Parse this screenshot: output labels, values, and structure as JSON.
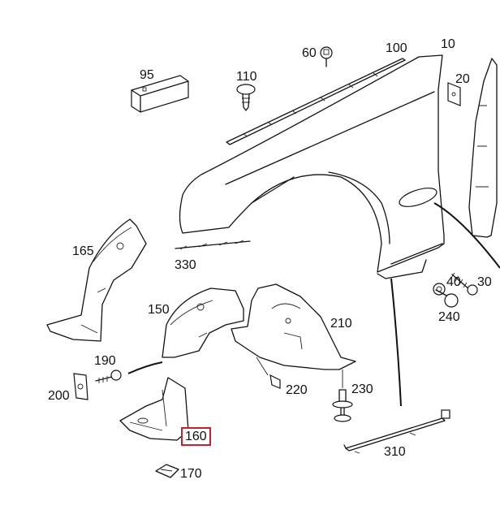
{
  "diagram": {
    "title": "Front fender and wheel housing liner - exploded parts view",
    "highlight_color": "#c8202f",
    "highlighted_part": "160",
    "parts": [
      {
        "id": "10",
        "label": "10",
        "name": "fender"
      },
      {
        "id": "20",
        "label": "20",
        "name": "mounting-plate"
      },
      {
        "id": "30",
        "label": "30",
        "name": "screw"
      },
      {
        "id": "40",
        "label": "40",
        "name": "nut"
      },
      {
        "id": "60",
        "label": "60",
        "name": "bolt"
      },
      {
        "id": "95",
        "label": "95",
        "name": "block"
      },
      {
        "id": "100",
        "label": "100",
        "name": "fender-rail-strip"
      },
      {
        "id": "110",
        "label": "110",
        "name": "clip"
      },
      {
        "id": "150",
        "label": "150",
        "name": "front-wheel-liner"
      },
      {
        "id": "160",
        "label": "160",
        "name": "liner-lower-section"
      },
      {
        "id": "165",
        "label": "165",
        "name": "wheel-liner-alt"
      },
      {
        "id": "170",
        "label": "170",
        "name": "spring-nut"
      },
      {
        "id": "190",
        "label": "190",
        "name": "screw"
      },
      {
        "id": "200",
        "label": "200",
        "name": "clip-nut"
      },
      {
        "id": "210",
        "label": "210",
        "name": "rear-wheel-liner"
      },
      {
        "id": "220",
        "label": "220",
        "name": "expansion-rivet"
      },
      {
        "id": "230",
        "label": "230",
        "name": "push-fastener"
      },
      {
        "id": "240",
        "label": "240",
        "name": "plug-fastener"
      },
      {
        "id": "310",
        "label": "310",
        "name": "cable-harness"
      },
      {
        "id": "330",
        "label": "330",
        "name": "seal-strip"
      }
    ]
  }
}
